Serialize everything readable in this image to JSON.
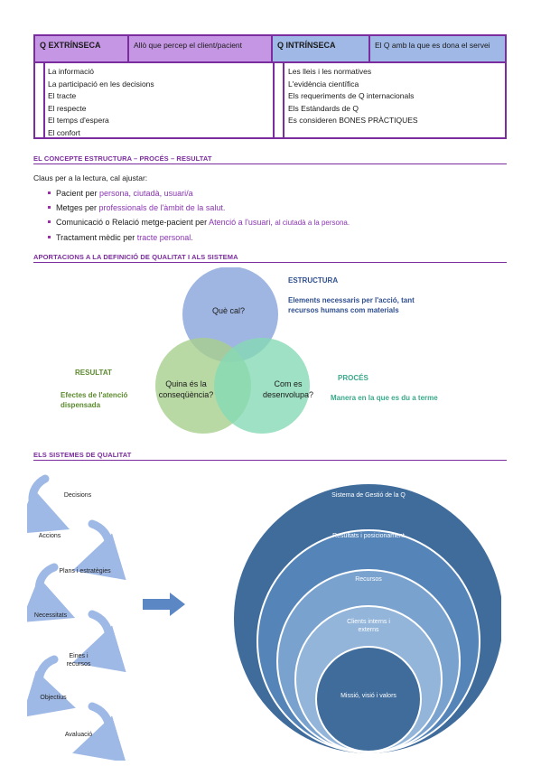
{
  "table": {
    "col1_title": "Q EXTRÍNSECA",
    "col2_title": "Allò que percep el client/pacient",
    "col3_title": "Q INTRÍNSECA",
    "col4_title": "El Q amb la que es dona el servei",
    "extrinseca_items": [
      "La informació",
      "La participació en les decisions",
      "El tracte",
      "El respecte",
      "El temps d'espera",
      "El confort"
    ],
    "intrinseca_items": [
      "Les lleis i les normatives",
      "L'evidència científica",
      "Els requeriments de Q internacionals",
      "Els Estàndards de Q",
      "Es consideren BONES PRÀCTIQUES"
    ]
  },
  "section1": {
    "title": "EL CONCEPTE ESTRUCTURA – PROCÉS – RESULTAT",
    "intro": "Claus per a la lectura, cal ajustar:",
    "bullets": [
      {
        "prefix": "Pacient per ",
        "highlight": "persona, ciutadà, usuari/a",
        "suffix": ""
      },
      {
        "prefix": "Metges per ",
        "highlight": "professionals de l'àmbit de la salut.",
        "suffix": ""
      },
      {
        "prefix": "Comunicació o Relació metge-pacient per ",
        "highlight": "Atenció a l'usuari,",
        "suffix": "al ciutadà a la persona."
      },
      {
        "prefix": "Tractament mèdic per ",
        "highlight": "tracte personal.",
        "suffix": ""
      }
    ]
  },
  "section2": {
    "title": "APORTACIONS A LA DEFINICIÓ DE QUALITAT I ALS SISTEMA",
    "circle_top": "Què cal?",
    "circle_left": "Quina és la conseqüència?",
    "circle_right": "Com es desenvolupa?",
    "estructura_title": "ESTRUCTURA",
    "estructura_desc": "Elements necessaris per l'acció, tant recursos humans com materials",
    "proces_title": "PROCÉS",
    "proces_desc": "Manera en la que es du a terme",
    "resultat_title": "RESULTAT",
    "resultat_desc": "Efectes de l'atenció dispensada",
    "colors": {
      "top": "#8fa9dd",
      "left": "#a8d08d",
      "right": "#86d9b5",
      "estructura": "#2f4f8f",
      "proces": "#3aa88a",
      "resultat": "#5b8a2e"
    }
  },
  "section3": {
    "title": "ELS SISTEMES DE QUALITAT",
    "cycle": [
      "Decisions",
      "Accions",
      "Plans i estratègies",
      "Necessitats",
      "Eines i recursos",
      "Objectius",
      "Avaluació"
    ],
    "rings": [
      "Sistema de Gestió de la Q",
      "Resultats i posicionament",
      "Recursos",
      "Clients interns i externs",
      "Missió, visió i valors"
    ]
  }
}
